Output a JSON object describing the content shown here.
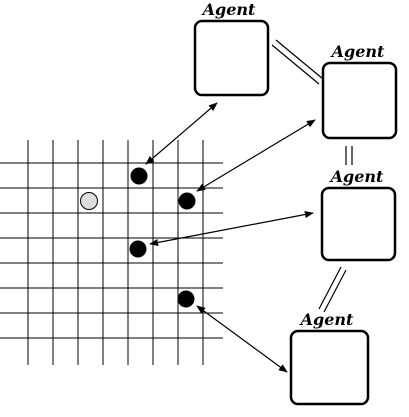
{
  "agents": [
    {
      "label": "Agent"
    },
    {
      "label": "Agent"
    },
    {
      "label": "Agent"
    },
    {
      "label": "Agent"
    }
  ],
  "grid": {
    "columns": 9,
    "rows": 9,
    "black_tokens": 4,
    "gray_tokens": 1
  },
  "colors": {
    "line": "#000000",
    "token_black": "#000000",
    "token_gray": "#dddddd",
    "box_fill": "#ffffff"
  }
}
